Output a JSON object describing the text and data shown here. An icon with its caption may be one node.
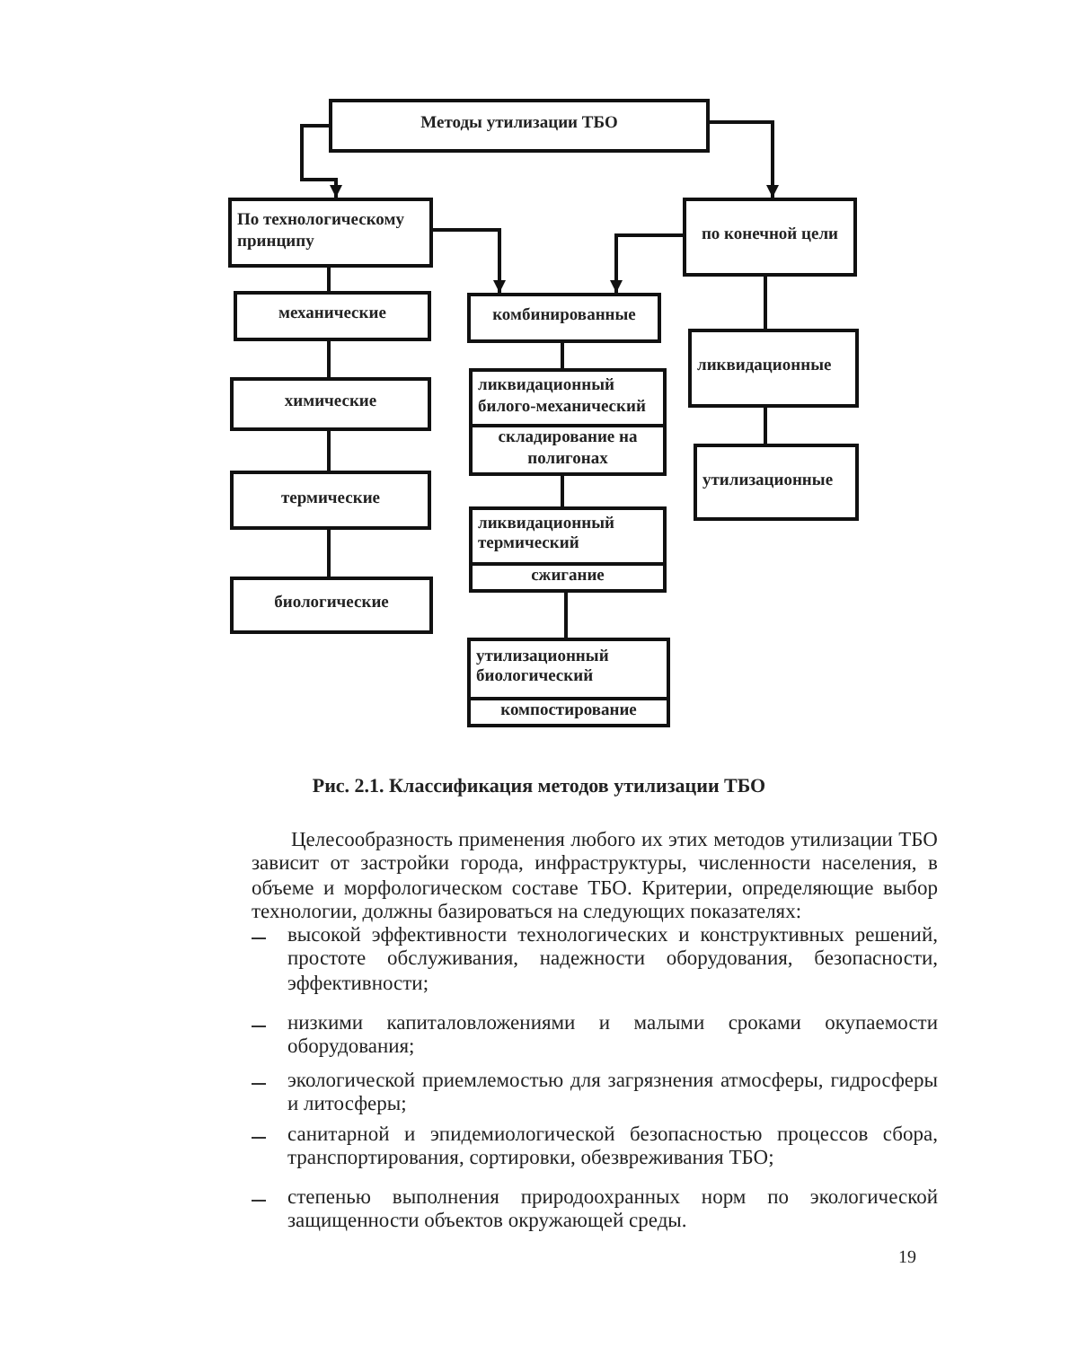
{
  "diagram": {
    "caption": "Рис. 2.1. Классификация методов утилизации ТБО",
    "nodes": [
      {
        "text": [
          "Методы утилизации ТБО"
        ]
      },
      {
        "text": [
          "По технологическому принципу"
        ]
      },
      {
        "text": [
          "по конечной цели"
        ]
      },
      {
        "text": [
          "механические"
        ]
      },
      {
        "text": [
          "комбинированные"
        ]
      },
      {
        "text": [
          "химические"
        ]
      },
      {
        "text": [
          "ликвидационные"
        ]
      },
      {
        "text": [
          "утилизационные"
        ]
      },
      {
        "text": [
          "ликвидационный билого-механический",
          "складирование на полигонах"
        ]
      },
      {
        "text": [
          "термические"
        ]
      },
      {
        "text": [
          "ликвидационный термический",
          "сжигание"
        ]
      },
      {
        "text": [
          "биологические"
        ]
      },
      {
        "text": [
          "утилизационный биологический",
          "компостирование"
        ]
      }
    ],
    "edges": [
      {
        "from": 0,
        "to": 1,
        "arrow": "to"
      },
      {
        "from": 0,
        "to": 2,
        "arrow": "to"
      },
      {
        "from": 1,
        "to": 4,
        "arrow": "to"
      },
      {
        "from": 2,
        "to": 4,
        "arrow": "to"
      },
      {
        "from": 1,
        "to": 3,
        "arrow": "none"
      },
      {
        "from": 3,
        "to": 5,
        "arrow": "none"
      },
      {
        "from": 5,
        "to": 9,
        "arrow": "none"
      },
      {
        "from": 9,
        "to": 11,
        "arrow": "none"
      },
      {
        "from": 4,
        "to": 8,
        "arrow": "none"
      },
      {
        "from": 8,
        "to": 10,
        "arrow": "none"
      },
      {
        "from": 10,
        "to": 12,
        "arrow": "none"
      },
      {
        "from": 2,
        "to": 6,
        "arrow": "none"
      },
      {
        "from": 6,
        "to": 7,
        "arrow": "none"
      }
    ],
    "labels": [
      "Целесообразность применения любого их этих методов утилизации ТБО зависит от застройки города, инфраструктуры, численности населения, в объеме и морфологическом составе ТБО. Критерии, определяющие выбор технологии, должны базироваться на следующих показателях:",
      "высокой эффективности технологических и конструктивных решений, простоте обслуживания, надежности оборудования, безопасности, эффективности;",
      "низкими капиталовложениями и малыми сроками окупаемости оборудования;",
      "экологической приемлемостью для загрязнения атмосферы, гидросферы и литосферы;",
      "санитарной и эпидемиологической безопасностью процессов сбора, транспортирования, сортировки, обезвреживания ТБО;",
      "степенью выполнения природоохранных норм по экологической защищенности объектов окружающей среды.",
      "19"
    ]
  }
}
